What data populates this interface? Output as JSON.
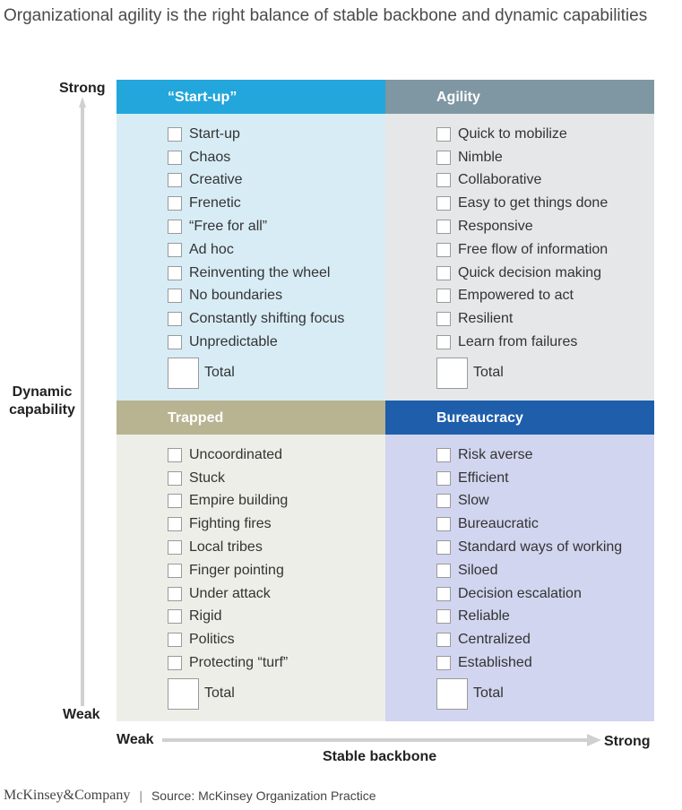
{
  "title": "Organizational agility is the right balance of stable backbone and dynamic capabilities",
  "y_axis": {
    "label": "Dynamic capability",
    "high": "Strong",
    "low": "Weak"
  },
  "x_axis": {
    "label": "Stable backbone",
    "low": "Weak",
    "high": "Strong"
  },
  "quadrants": {
    "top_left": {
      "title": "“Start-up”",
      "color": "#23a6dc",
      "items": [
        "Start-up",
        "Chaos",
        "Creative",
        "Frenetic",
        "“Free for all”",
        "Ad hoc",
        "Reinventing the wheel",
        "No boundaries",
        "Constantly shifting focus",
        "Unpredictable"
      ],
      "total_label": "Total"
    },
    "top_right": {
      "title": "Agility",
      "color": "#7f97a3",
      "items": [
        "Quick to mobilize",
        "Nimble",
        "Collaborative",
        "Easy to get things done",
        "Responsive",
        "Free flow of information",
        "Quick decision making",
        "Empowered to act",
        "Resilient",
        "Learn from failures"
      ],
      "total_label": "Total"
    },
    "bottom_left": {
      "title": "Trapped",
      "color": "#b8b391",
      "items": [
        "Uncoordinated",
        "Stuck",
        "Empire building",
        "Fighting fires",
        "Local tribes",
        "Finger pointing",
        "Under attack",
        "Rigid",
        "Politics",
        "Protecting “turf”"
      ],
      "total_label": "Total"
    },
    "bottom_right": {
      "title": "Bureaucracy",
      "color": "#1e5eab",
      "items": [
        "Risk averse",
        "Efficient",
        "Slow",
        "Bureaucratic",
        "Standard ways of working",
        "Siloed",
        "Decision escalation",
        "Reliable",
        "Centralized",
        "Established"
      ],
      "total_label": "Total"
    }
  },
  "footer": {
    "logo": "McKinsey&Company",
    "source": "Source: McKinsey Organization Practice"
  }
}
